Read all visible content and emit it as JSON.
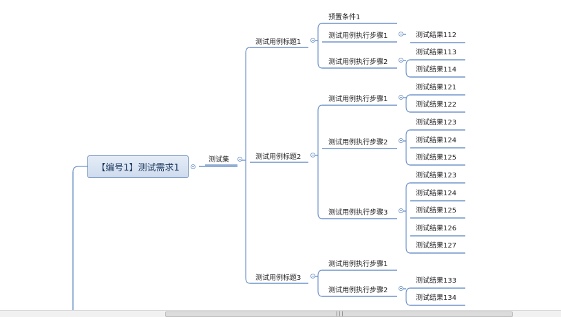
{
  "mindmap": {
    "root": {
      "label": "【编号1】测试需求1"
    },
    "suite": {
      "label": "测试集"
    },
    "cases": [
      {
        "title": "测试用例标题1",
        "children": [
          {
            "label": "预置条件1",
            "results": []
          },
          {
            "label": "测试用例执行步骤1",
            "results": [
              "测试结果112"
            ]
          },
          {
            "label": "测试用例执行步骤2",
            "results": [
              "测试结果113",
              "测试结果114"
            ]
          }
        ]
      },
      {
        "title": "测试用例标题2",
        "children": [
          {
            "label": "测试用例执行步骤1",
            "results": [
              "测试结果121",
              "测试结果122"
            ]
          },
          {
            "label": "测试用例执行步骤2",
            "results": [
              "测试结果123",
              "测试结果124",
              "测试结果125"
            ]
          },
          {
            "label": "测试用例执行步骤3",
            "results": [
              "测试结果123",
              "测试结果124",
              "测试结果125",
              "测试结果126",
              "测试结果127"
            ]
          }
        ]
      },
      {
        "title": "测试用例标题3",
        "children": [
          {
            "label": "测试用例执行步骤1",
            "results": []
          },
          {
            "label": "测试用例执行步骤2",
            "results": [
              "测试结果133",
              "测试结果134"
            ]
          }
        ]
      }
    ]
  },
  "scrollbar": {
    "grip": "|||"
  },
  "colors": {
    "line": "#6f93c9",
    "rootFill": "#d6e2f2"
  }
}
